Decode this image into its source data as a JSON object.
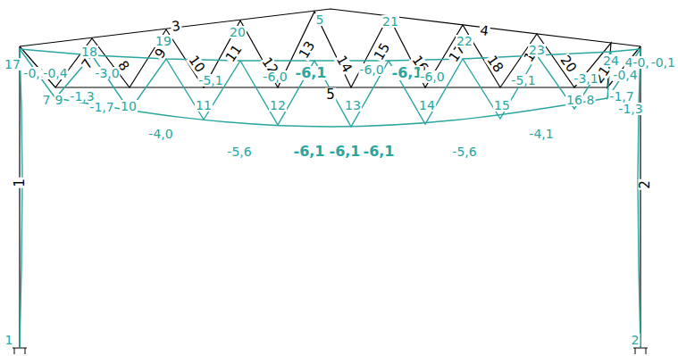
{
  "diagram": {
    "labels": [
      "1",
      "2",
      "3",
      "4",
      "5",
      "7",
      "8",
      "9",
      "10",
      "11",
      "12",
      "13",
      "14",
      "15",
      "16",
      "17",
      "18",
      "19",
      "20",
      "21",
      "17",
      "18",
      "19",
      "20",
      "5",
      "21",
      "22",
      "23",
      "24",
      "4",
      "7",
      "9",
      "10",
      "11",
      "12",
      "13",
      "14",
      "15",
      "16",
      "8",
      "1",
      "2",
      "-0,1",
      "-0,4",
      "-1,3",
      "-1,7",
      "-3,0",
      "-5,1",
      "-6,0",
      "-6,1",
      "-6,0",
      "-6,1",
      "-6,0",
      "-5,1",
      "-3,1",
      "-0,4",
      "-0,0",
      "-0,1",
      "-4,0",
      "-5,6",
      "-6,1",
      "-6,1",
      "-6,1",
      "-5,6",
      "-4,1",
      "-1,7",
      "-1,3"
    ]
  }
}
